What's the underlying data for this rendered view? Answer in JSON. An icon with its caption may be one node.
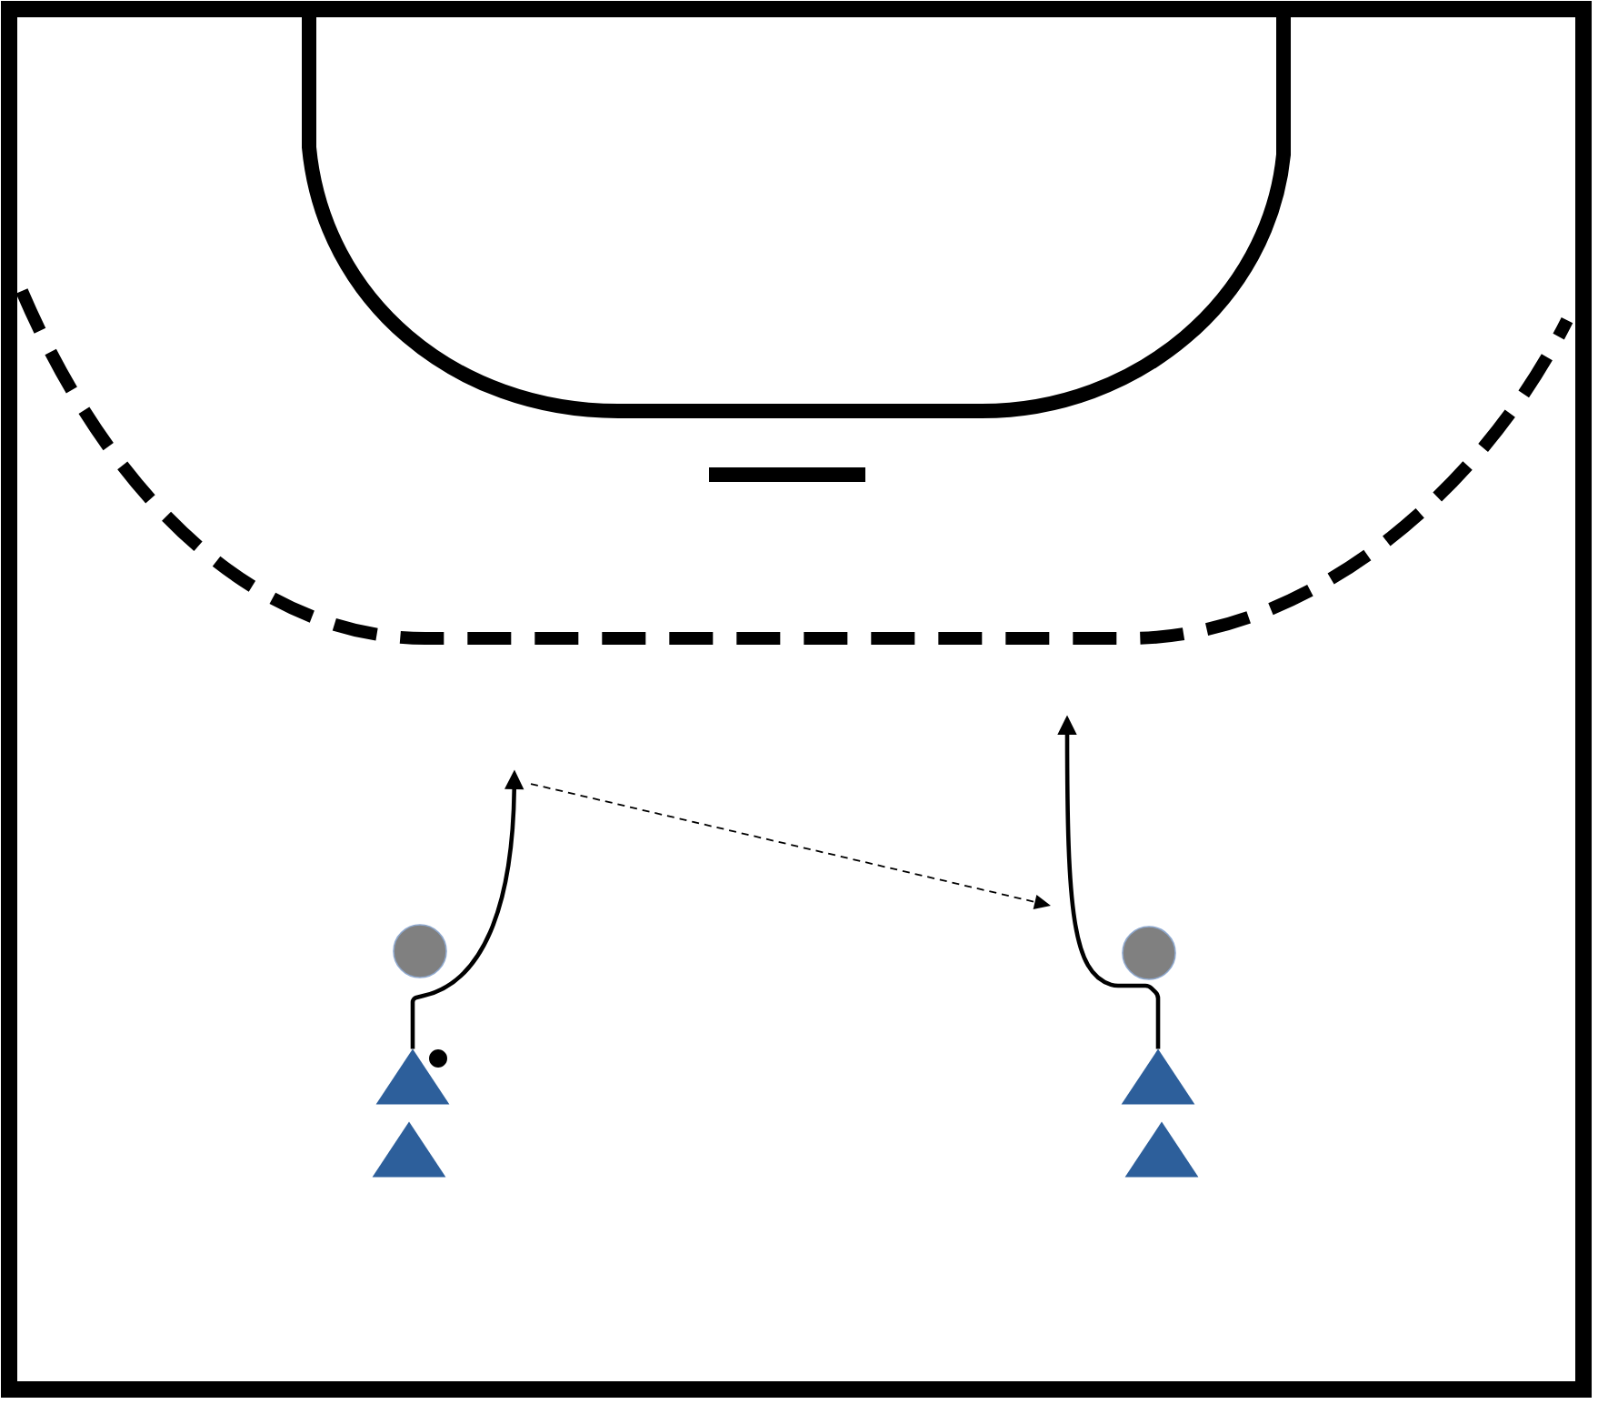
{
  "diagram": {
    "nodes": [
      {
        "text": [],
        "shape": "circle"
      },
      {
        "text": [],
        "shape": "circle"
      },
      {
        "text": [],
        "shape": "triangle"
      },
      {
        "text": [],
        "shape": "triangle"
      },
      {
        "text": [],
        "shape": "triangle"
      },
      {
        "text": [],
        "shape": "triangle"
      }
    ],
    "edges": [
      {
        "from": 2,
        "to": null,
        "arrow": "to"
      },
      {
        "from": 3,
        "to": null,
        "arrow": "to"
      }
    ]
  }
}
